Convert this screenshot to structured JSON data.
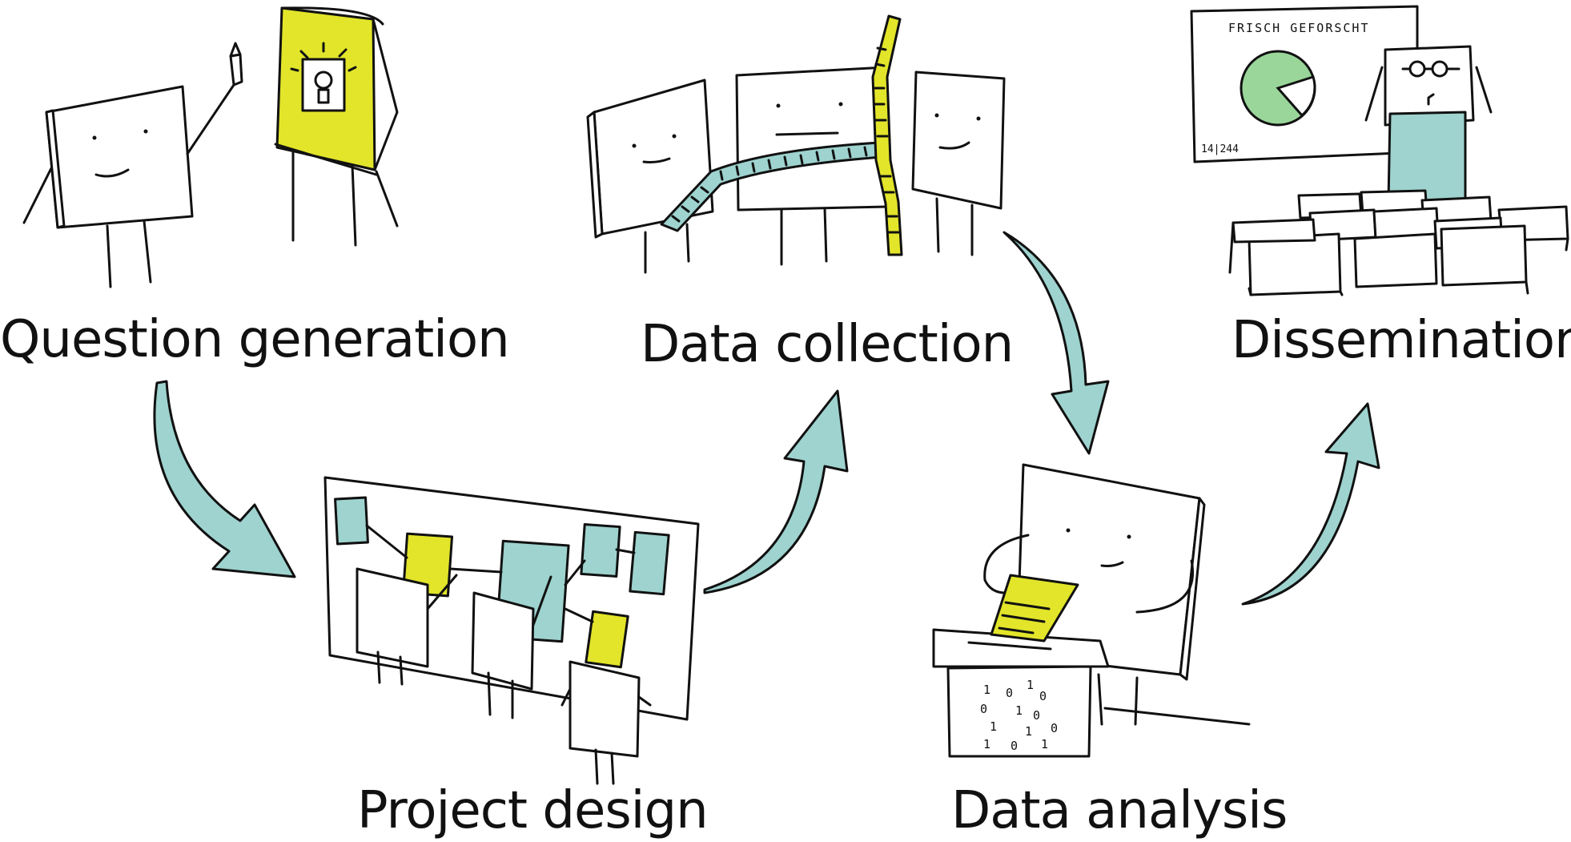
{
  "stages": [
    {
      "id": "question",
      "label": "Question generation"
    },
    {
      "id": "design",
      "label": "Project design"
    },
    {
      "id": "collection",
      "label": "Data collection"
    },
    {
      "id": "analysis",
      "label": "Data analysis"
    },
    {
      "id": "dissemination",
      "label": "Dissemination"
    }
  ],
  "slide": {
    "title": "FRISCH GEFORSCHT",
    "page": "14|244"
  },
  "shredder_bits": [
    "1",
    "0",
    "1",
    "0",
    "0",
    "1",
    "0",
    "1",
    "1",
    "0",
    "1",
    "0",
    "1"
  ],
  "colors": {
    "teal": "#9ed3cf",
    "yellow": "#e2e52a",
    "green": "#9ad69a",
    "ink": "#111111"
  }
}
